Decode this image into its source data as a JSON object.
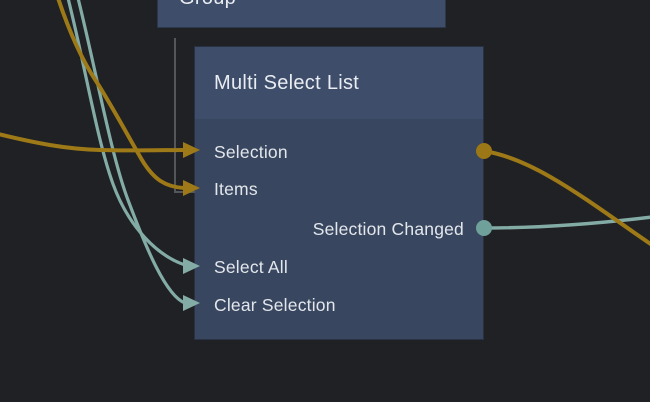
{
  "canvas": {
    "background": "#202124"
  },
  "colors": {
    "background": "#202124",
    "node_header": "#3d4d6a",
    "node_body": "#38465f",
    "title_text": "#e9ecf1",
    "label_text": "#e3e7ec",
    "wire_orange": "#9d7917",
    "wire_teal": "#84aca6",
    "pin_orange": "#9c7715",
    "pin_teal": "#6fa09a",
    "hierarchy_line": "#54565a"
  },
  "group_node": {
    "title": "Group"
  },
  "node": {
    "title": "Multi Select List",
    "rows": [
      {
        "label": "Selection",
        "direction": "input",
        "wire": "orange",
        "has_output_pin": true
      },
      {
        "label": "Items",
        "direction": "input",
        "wire": "orange"
      },
      {
        "label": "Selection Changed",
        "direction": "output",
        "wire": "teal"
      },
      {
        "label": "Select All",
        "direction": "input",
        "wire": "teal"
      },
      {
        "label": "Clear Selection",
        "direction": "input",
        "wire": "teal"
      }
    ]
  }
}
